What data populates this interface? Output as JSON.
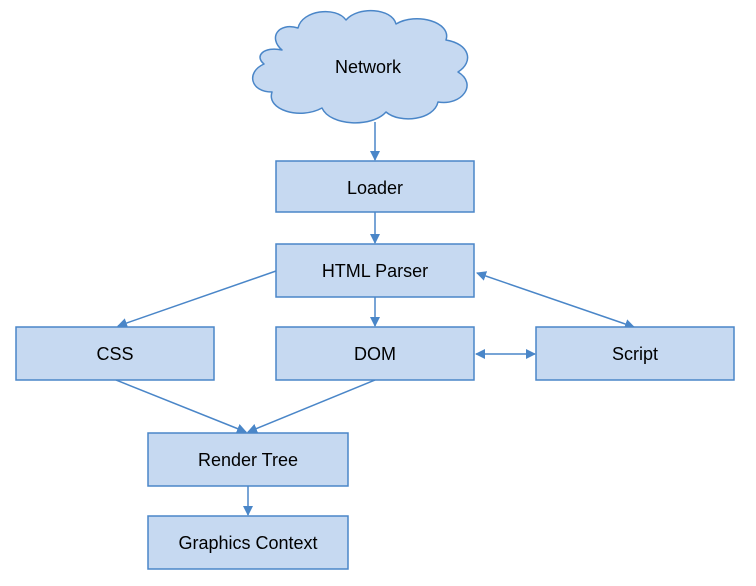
{
  "nodes": {
    "network": "Network",
    "loader": "Loader",
    "html_parser": "HTML Parser",
    "css": "CSS",
    "dom": "DOM",
    "script": "Script",
    "render_tree": "Render Tree",
    "graphics_context": "Graphics Context"
  },
  "edges": [
    {
      "from": "network",
      "to": "loader",
      "direction": "forward"
    },
    {
      "from": "loader",
      "to": "html_parser",
      "direction": "forward"
    },
    {
      "from": "html_parser",
      "to": "css",
      "direction": "forward"
    },
    {
      "from": "html_parser",
      "to": "dom",
      "direction": "forward"
    },
    {
      "from": "html_parser",
      "to": "script",
      "direction": "both"
    },
    {
      "from": "dom",
      "to": "script",
      "direction": "both"
    },
    {
      "from": "css",
      "to": "render_tree",
      "direction": "forward"
    },
    {
      "from": "dom",
      "to": "render_tree",
      "direction": "forward"
    },
    {
      "from": "render_tree",
      "to": "graphics_context",
      "direction": "forward"
    }
  ],
  "colors": {
    "node_fill": "#c6d9f1",
    "node_stroke": "#4a86c8",
    "edge": "#4a86c8",
    "text": "#000000"
  }
}
